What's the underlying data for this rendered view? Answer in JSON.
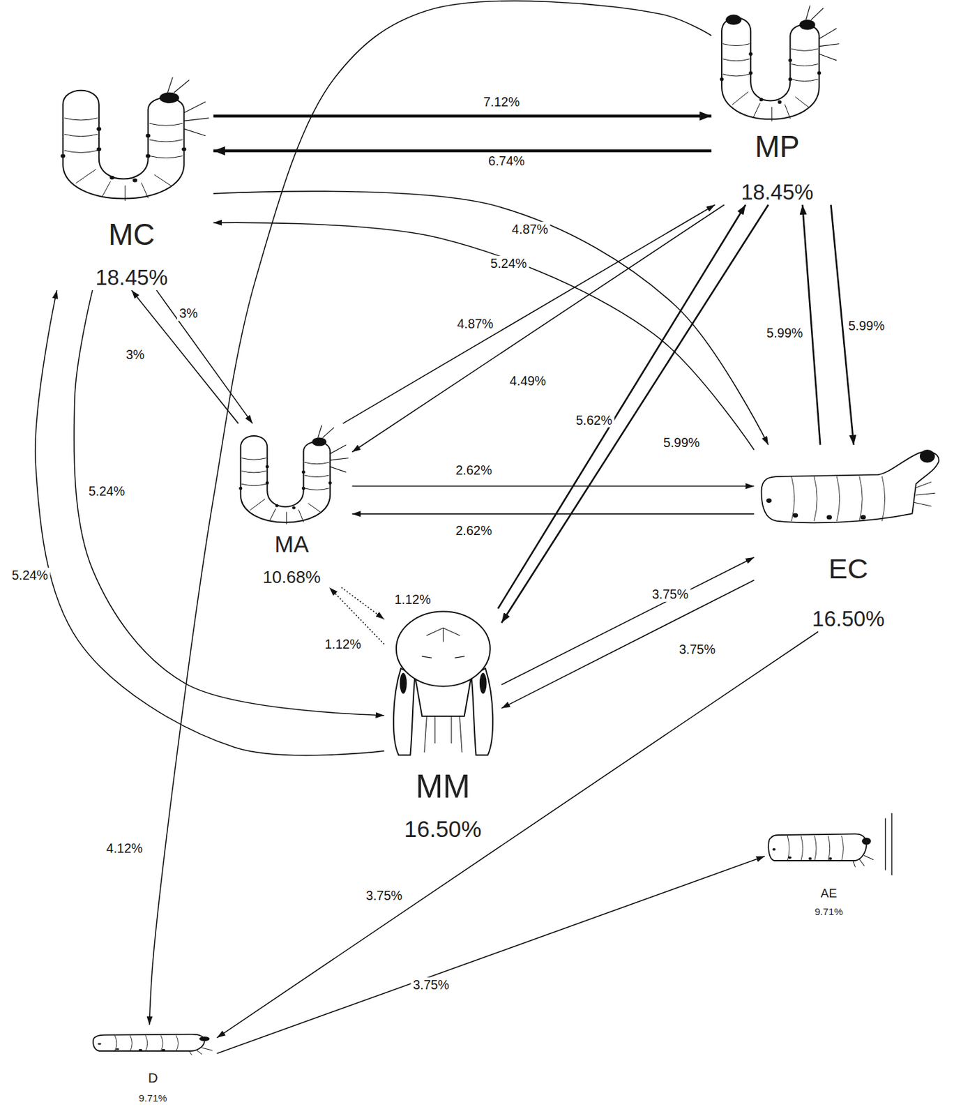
{
  "diagram": {
    "nodes": [
      {
        "text": [
          "MC",
          "18.45%"
        ]
      },
      {
        "text": [
          "MP",
          "18.45%"
        ]
      },
      {
        "text": [
          "MA",
          "10.68%"
        ]
      },
      {
        "text": [
          "EC",
          "16.50%"
        ]
      },
      {
        "text": [
          "MM",
          "16.50%"
        ]
      },
      {
        "text": [
          "AE",
          "9.71%"
        ]
      },
      {
        "text": [
          "D",
          "9.71%"
        ]
      }
    ],
    "edges": [
      {
        "from": 0,
        "to": 1,
        "arrow": "to",
        "label": "7.12%"
      },
      {
        "from": 1,
        "to": 0,
        "arrow": "to",
        "label": "6.74%"
      },
      {
        "from": 0,
        "to": 3,
        "arrow": "to",
        "label": "4.87%"
      },
      {
        "from": 3,
        "to": 0,
        "arrow": "to",
        "label": "5.24%"
      },
      {
        "from": 0,
        "to": 2,
        "arrow": "to",
        "label": "3%"
      },
      {
        "from": 2,
        "to": 0,
        "arrow": "to",
        "label": "3%"
      },
      {
        "from": 2,
        "to": 1,
        "arrow": "to",
        "label": "4.87%"
      },
      {
        "from": 1,
        "to": 2,
        "arrow": "to",
        "label": "4.49%"
      },
      {
        "from": 4,
        "to": 1,
        "arrow": "to",
        "label": "5.62%"
      },
      {
        "from": 1,
        "to": 4,
        "arrow": "to",
        "label": "5.99%"
      },
      {
        "from": 3,
        "to": 1,
        "arrow": "to",
        "label": "5.99%"
      },
      {
        "from": 1,
        "to": 3,
        "arrow": "to",
        "label": "5.99%"
      },
      {
        "from": 2,
        "to": 3,
        "arrow": "to",
        "label": "2.62%"
      },
      {
        "from": 3,
        "to": 2,
        "arrow": "to",
        "label": "2.62%"
      },
      {
        "from": 2,
        "to": 4,
        "arrow": "to",
        "label": "1.12%"
      },
      {
        "from": 4,
        "to": 2,
        "arrow": "to",
        "label": "1.12%"
      },
      {
        "from": 0,
        "to": 4,
        "arrow": "to",
        "label": "5.24%"
      },
      {
        "from": 4,
        "to": 0,
        "arrow": "to",
        "label": "5.24%"
      },
      {
        "from": 4,
        "to": 3,
        "arrow": "to",
        "label": "3.75%"
      },
      {
        "from": 3,
        "to": 4,
        "arrow": "to",
        "label": "3.75%"
      },
      {
        "from": 1,
        "to": 6,
        "arrow": "to",
        "label": "4.12%"
      },
      {
        "from": 3,
        "to": 6,
        "arrow": "to",
        "label": "3.75%"
      },
      {
        "from": 6,
        "to": 5,
        "arrow": "to",
        "label": "3.75%"
      }
    ]
  }
}
